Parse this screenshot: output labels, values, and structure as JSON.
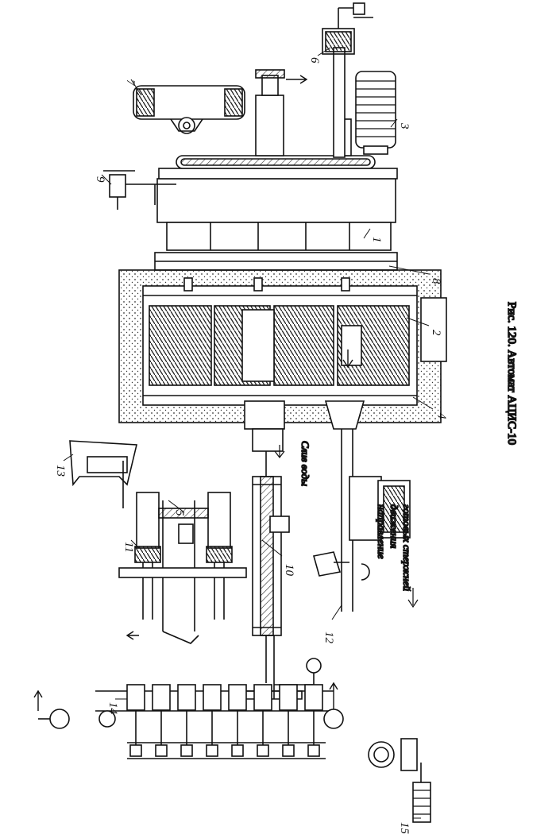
{
  "figure": {
    "caption": "Рис. 120. Автомат АЦИС-10",
    "water_label": "Слив воды",
    "direction_label_lines": [
      "направление",
      "движения",
      "готовых стержней"
    ]
  },
  "callouts": [
    {
      "id": "1",
      "text": "1"
    },
    {
      "id": "2",
      "text": "2"
    },
    {
      "id": "3",
      "text": "3"
    },
    {
      "id": "4",
      "text": "4"
    },
    {
      "id": "5",
      "text": "5"
    },
    {
      "id": "6",
      "text": "6"
    },
    {
      "id": "7",
      "text": "7"
    },
    {
      "id": "8",
      "text": "8"
    },
    {
      "id": "9",
      "text": "9"
    },
    {
      "id": "10",
      "text": "10"
    },
    {
      "id": "11",
      "text": "11"
    },
    {
      "id": "12",
      "text": "12"
    },
    {
      "id": "13",
      "text": "13"
    },
    {
      "id": "14",
      "text": "14"
    },
    {
      "id": "15",
      "text": "15"
    }
  ]
}
